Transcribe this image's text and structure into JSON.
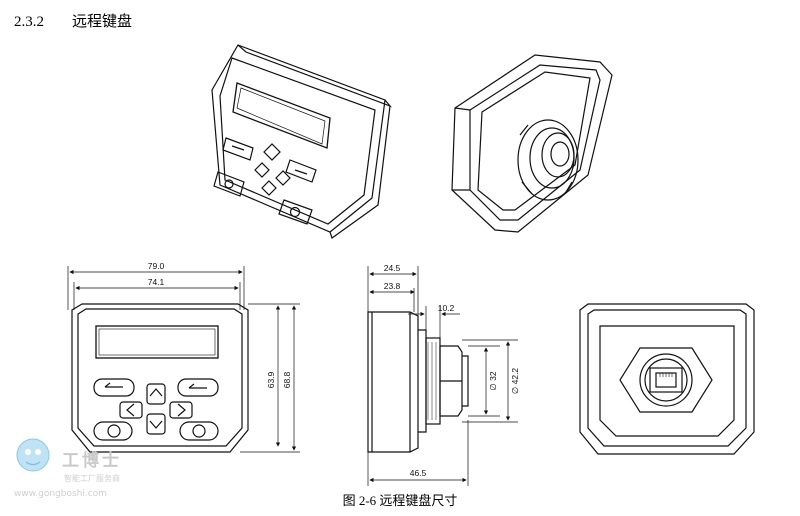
{
  "section": {
    "number": "2.3.2",
    "title": "远程键盘"
  },
  "caption": "图 2-6  远程键盘尺寸",
  "dimensions": {
    "overall_width": "79.0",
    "inner_width": "74.1",
    "inner_height": "63.9",
    "overall_height": "68.8",
    "depth_total": "24.5",
    "depth_body": "23.8",
    "flange": "10.2",
    "length_total": "46.5",
    "diam_inner": "∅ 32",
    "diam_outer": "∅ 42.2"
  },
  "watermark": {
    "brand": "工博士",
    "tagline": "智能工厂服务商",
    "url": "www.gongboshi.com"
  }
}
